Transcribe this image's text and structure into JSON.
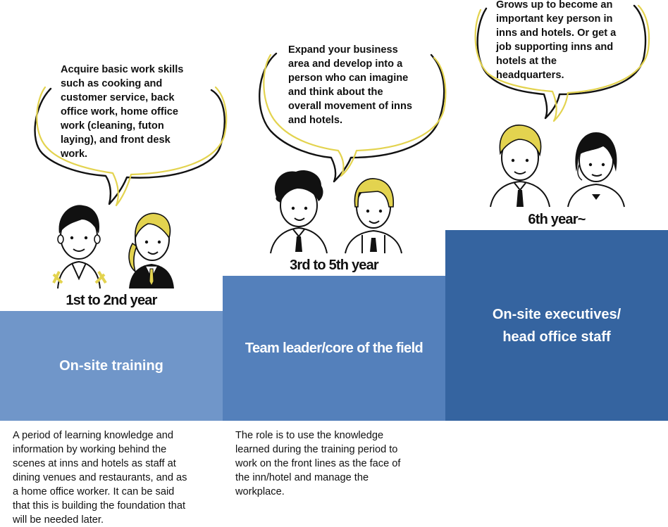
{
  "stages": [
    {
      "year": "1st to 2nd year",
      "title": "On-site training",
      "bubble": "Acquire basic work skills\nsuch as cooking and\ncustomer service, back\noffice work, home office\nwork (cleaning, futon\nlaying), and front desk\nwork.",
      "description": "A period of learning knowledge and\ninformation by working behind the\nscenes at inns and hotels as staff at\ndining venues and restaurants, and as\na home office worker. It can be said\nthat this is building the foundation that\nwill be needed later."
    },
    {
      "year": "3rd to 5th year",
      "title": "Team leader/core of the field",
      "bubble": "Expand your business\narea and develop into a\nperson who can imagine\nand think about the\noverall movement of inns\nand hotels.",
      "description": "The role is to use the knowledge\nlearned during the training period to\nwork on the front lines as the face of\nthe inn/hotel and manage the\nworkplace."
    },
    {
      "year": "6th year~",
      "title_line1": "On-site executives/",
      "title_line2": "head office staff",
      "bubble": "Grows up to become an\nimportant key person in\ninns and hotels. Or get a\njob supporting inns and\nhotels at the\nheadquarters."
    }
  ],
  "colors": {
    "step1": "#7096c9",
    "step2": "#5480bb",
    "step3": "#3564a0",
    "bubble_black": "#111111",
    "bubble_yellow": "#e3d34f"
  },
  "icons": [
    "speech-bubble-icon",
    "person-icon"
  ]
}
